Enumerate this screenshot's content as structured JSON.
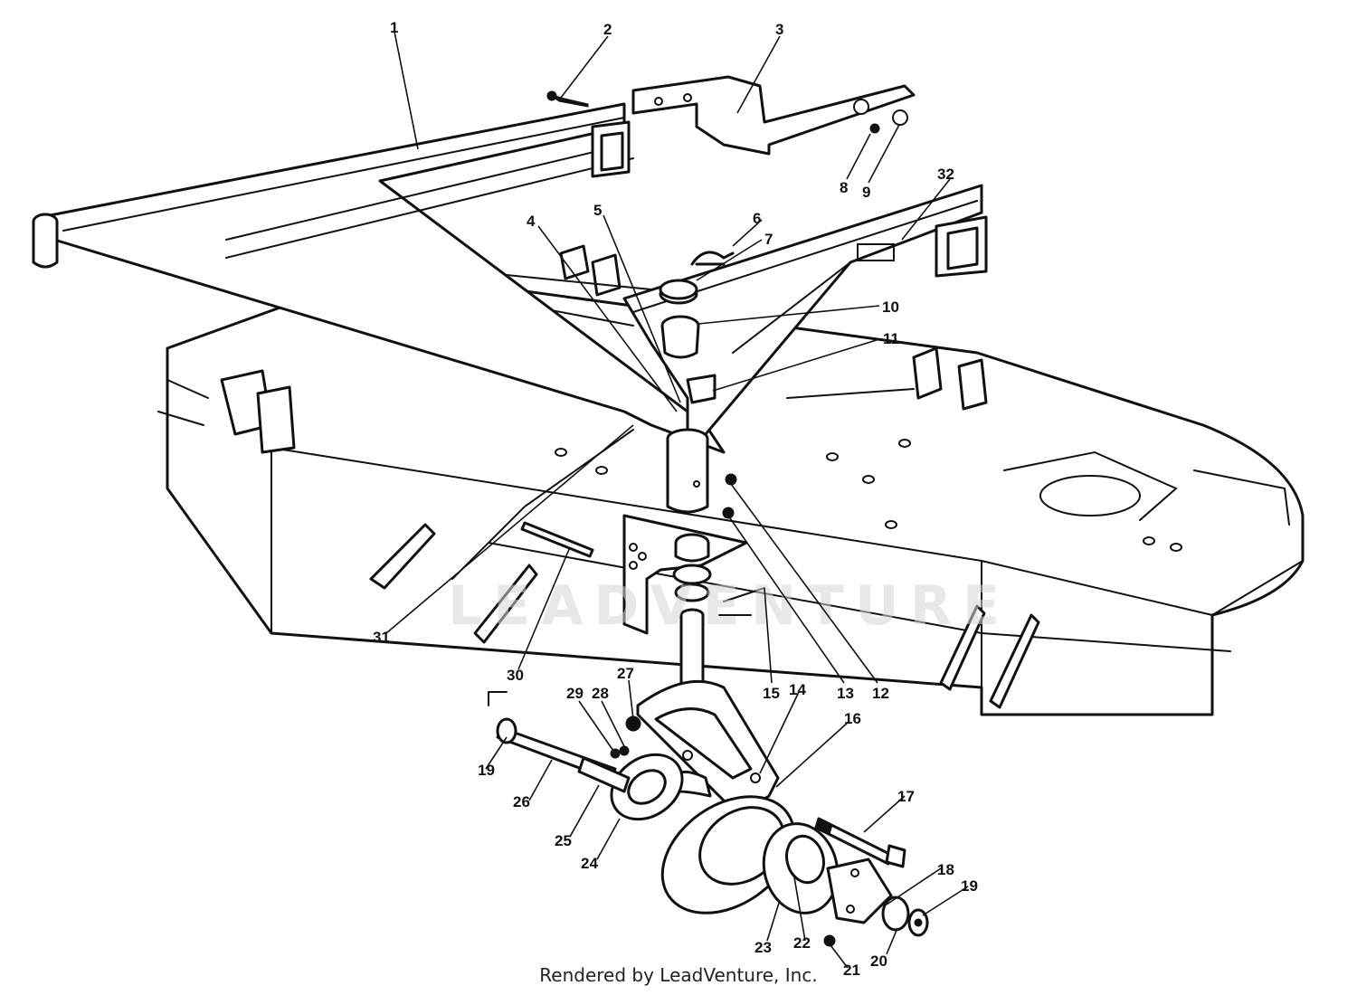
{
  "watermark": "LEADVENTURE",
  "credit": "Rendered by LeadVenture, Inc.",
  "callouts": [
    "1",
    "2",
    "3",
    "4",
    "5",
    "6",
    "7",
    "8",
    "9",
    "10",
    "11",
    "12",
    "13",
    "14",
    "15",
    "16",
    "17",
    "18",
    "19",
    "19",
    "20",
    "21",
    "22",
    "23",
    "24",
    "25",
    "26",
    "27",
    "28",
    "29",
    "30",
    "31",
    "32"
  ]
}
